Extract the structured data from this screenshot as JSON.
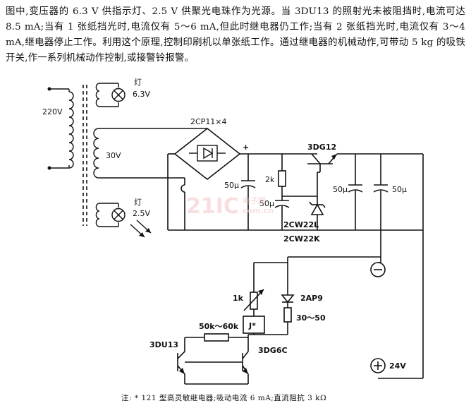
{
  "description": "图中,变压器的 6.3 V 供指示灯、2.5 V 供聚光电珠作为光源。当 3DU13 的照射光未被阻挡时,电流可达 8.5 mA;当有 1 张纸挡光时,电流仅有 5～6 mA,但此时继电器仍工作;当有 2 张纸挡光时,电流仅有 3～4 mA,继电器停止工作。利用这个原理,控制印刷机以单张纸工作。通过继电器的机械动作,可带动 5 kg 的吸铁开关,作一系列机械动作控制,或接警铃报警。",
  "footnote": "注: * 121 型高灵敏继电器;吸动电流  6 mA;直流阻抗  3 kΩ",
  "labels": {
    "lamp1": "灯",
    "v63": "6.3V",
    "v220": "220V",
    "v30": "30V",
    "lamp2": "灯",
    "v25": "2.5V",
    "bridge": "2CP11×4",
    "plus_out": "+",
    "t_3dg12": "3DG12",
    "c1": "50μ",
    "r2k": "2k",
    "c2": "50μ",
    "z1": "2CW22L",
    "z2": "2CW22K",
    "c3": "50μ",
    "c4": "50μ",
    "minus": "−",
    "r1k": "1k",
    "d_2ap9": "2AP9",
    "r3050": "30～50",
    "relay": "J*",
    "r5060": "50k～60k",
    "t_3du13": "3DU13",
    "t_3dg6c": "3DG6C",
    "v24": "24V",
    "plus": "+"
  },
  "watermark": {
    "main": "21IC",
    "sub1": "电子网",
    "sub2": "com.cn"
  }
}
